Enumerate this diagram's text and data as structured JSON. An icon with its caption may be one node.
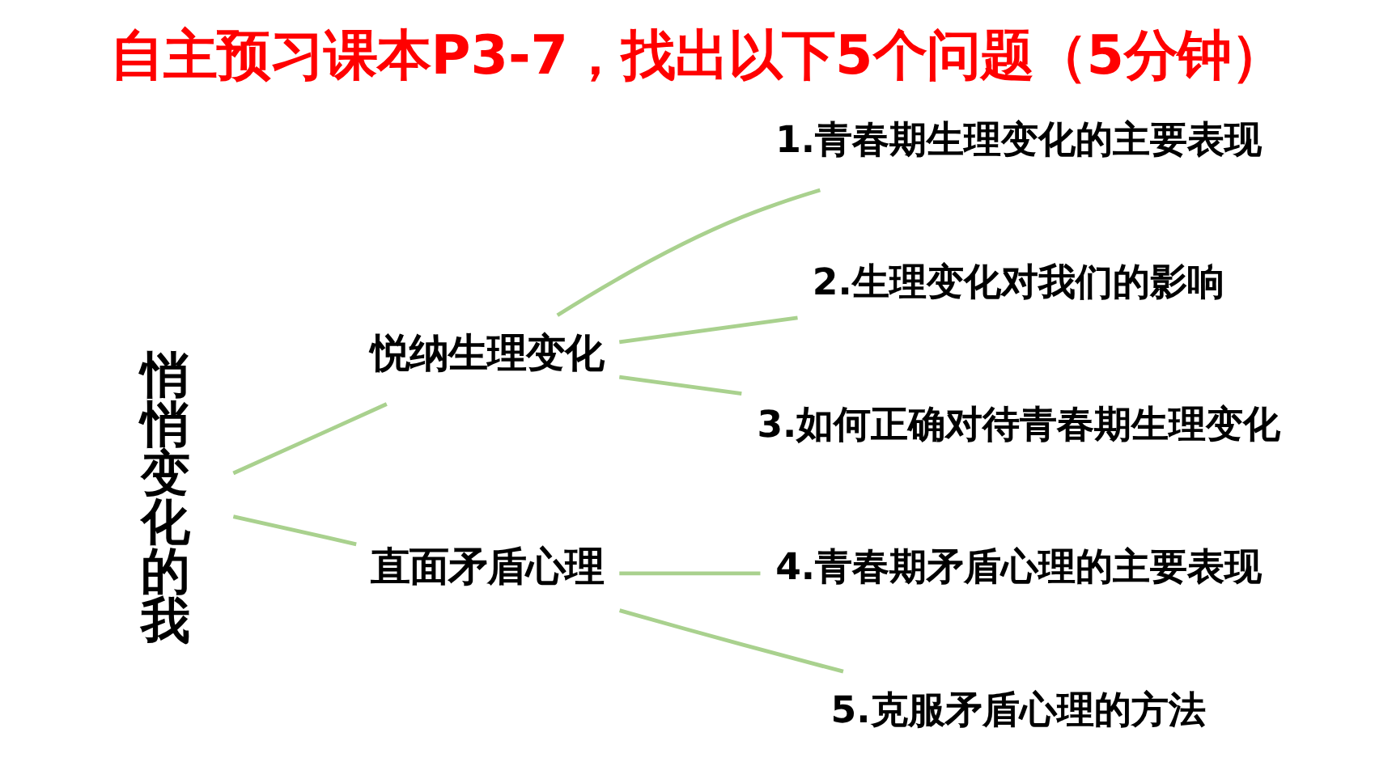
{
  "diagram": {
    "title": "自主预习课本P3-7，找出以下5个问题（5分钟）",
    "nodes": [
      {
        "text": [
          "悄悄变化的我"
        ]
      },
      {
        "text": [
          "悦纳生理变化"
        ]
      },
      {
        "text": [
          "直面矛盾心理"
        ]
      },
      {
        "text": [
          "1.青春期生理变化的主要表现"
        ]
      },
      {
        "text": [
          "2.生理变化对我们的影响"
        ]
      },
      {
        "text": [
          "3.如何正确对待青春期生理变化"
        ]
      },
      {
        "text": [
          "4.青春期矛盾心理的主要表现"
        ]
      },
      {
        "text": [
          "5.克服矛盾心理的方法"
        ]
      }
    ],
    "edges": [
      {
        "from": 0,
        "to": 1,
        "arrow": "none"
      },
      {
        "from": 0,
        "to": 2,
        "arrow": "none"
      },
      {
        "from": 1,
        "to": 3,
        "arrow": "none"
      },
      {
        "from": 1,
        "to": 4,
        "arrow": "none"
      },
      {
        "from": 1,
        "to": 5,
        "arrow": "none"
      },
      {
        "from": 2,
        "to": 6,
        "arrow": "none"
      },
      {
        "from": 2,
        "to": 7,
        "arrow": "none"
      }
    ]
  }
}
